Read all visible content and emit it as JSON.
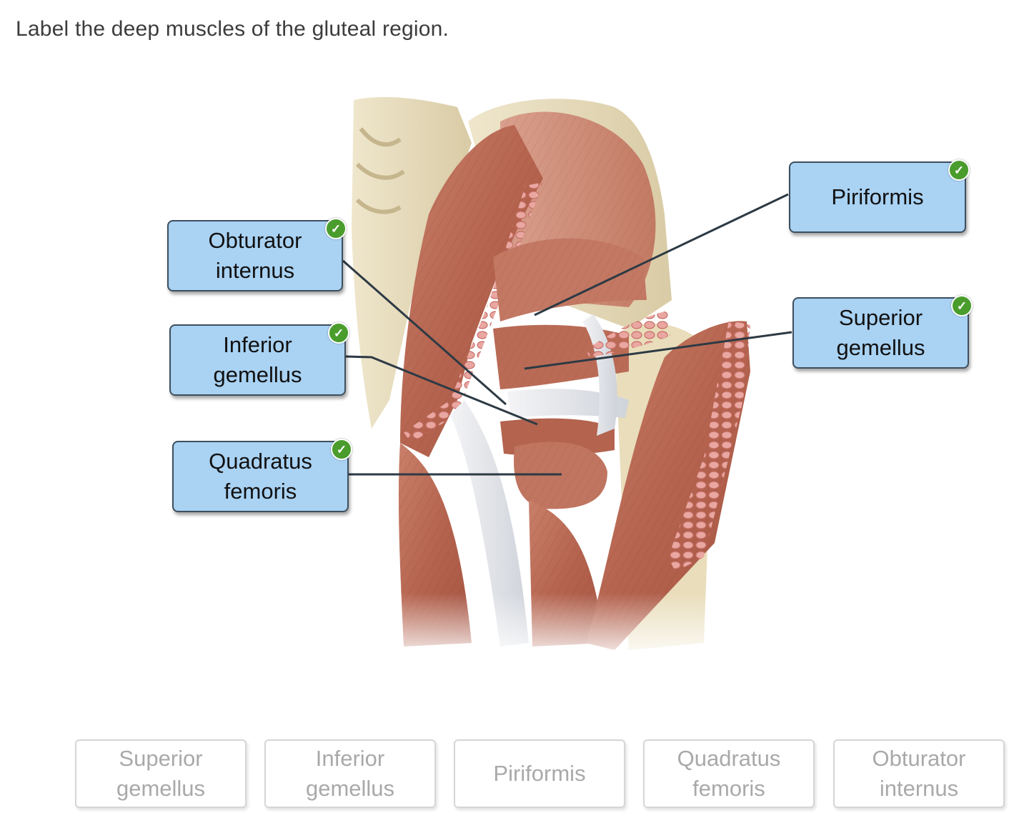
{
  "question": {
    "prompt": "Label the deep muscles of the gluteal region."
  },
  "placed_labels": [
    {
      "text": "Obturator\ninternus",
      "status": "correct"
    },
    {
      "text": "Inferior\ngemellus",
      "status": "correct"
    },
    {
      "text": "Quadratus\nfemoris",
      "status": "correct"
    },
    {
      "text": "Piriformis",
      "status": "correct"
    },
    {
      "text": "Superior\ngemellus",
      "status": "correct"
    }
  ],
  "check_icon": "checkmark-icon",
  "label_bank": [
    {
      "text": "Superior\ngemellus"
    },
    {
      "text": "Inferior\ngemellus"
    },
    {
      "text": "Piriformis"
    },
    {
      "text": "Quadratus\nfemoris"
    },
    {
      "text": "Obturator\ninternus"
    }
  ],
  "colors": {
    "label_fill": "#a9d2f3",
    "label_border": "#3d4f5e",
    "correct_check": "#4a9d2d",
    "bank_text": "#a9a9a9"
  }
}
